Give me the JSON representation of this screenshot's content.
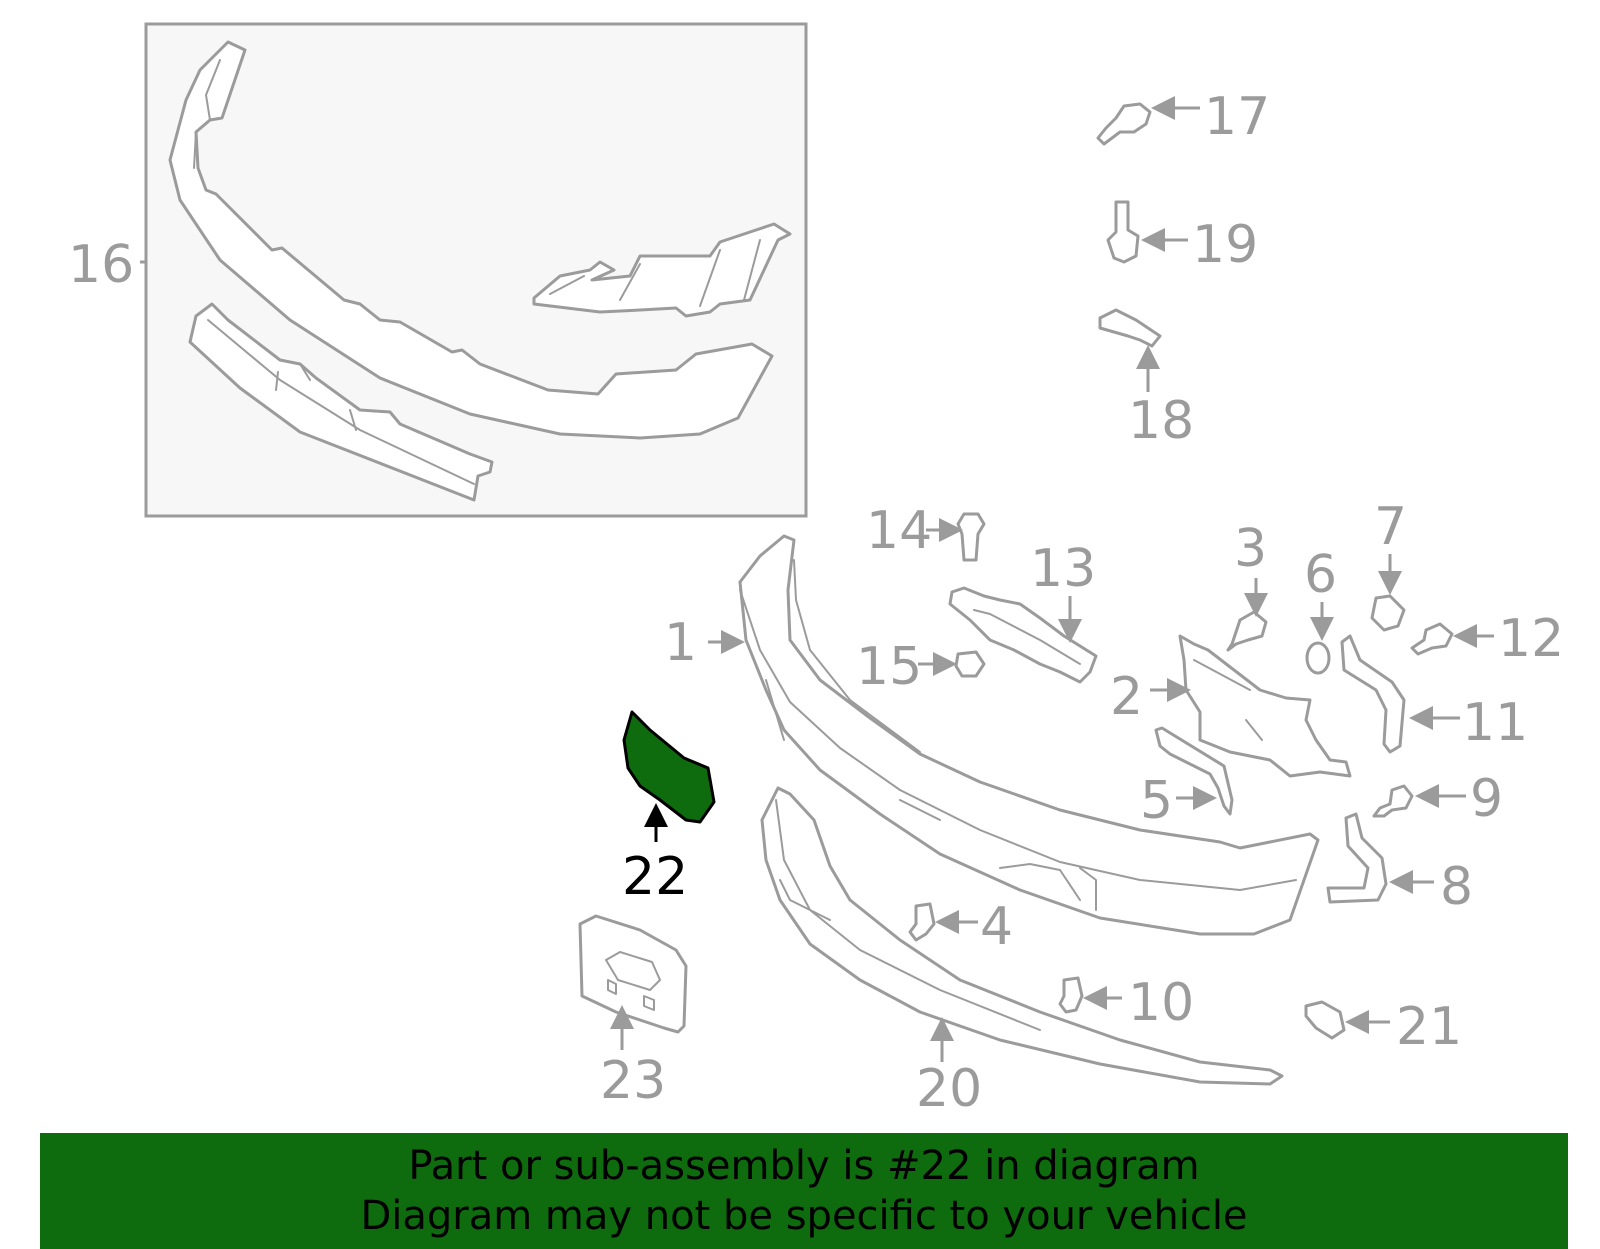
{
  "colors": {
    "line": "#9b9b9b",
    "highlight_fill": "#0e6b0e",
    "banner_bg": "#0e6b0e",
    "inset_bg": "#f7f7f7",
    "highlight_label": "#000000"
  },
  "callouts": {
    "c1": "1",
    "c2": "2",
    "c3": "3",
    "c4": "4",
    "c5": "5",
    "c6": "6",
    "c7": "7",
    "c8": "8",
    "c9": "9",
    "c10": "10",
    "c11": "11",
    "c12": "12",
    "c13": "13",
    "c14": "14",
    "c15": "15",
    "c16": "16",
    "c17": "17",
    "c18": "18",
    "c19": "19",
    "c20": "20",
    "c21": "21",
    "c22": "22",
    "c23": "23"
  },
  "highlighted_part": "22",
  "banner": {
    "line1": "Part or sub-assembly is #22 in diagram",
    "line2": "Diagram may not be specific to your vehicle"
  }
}
